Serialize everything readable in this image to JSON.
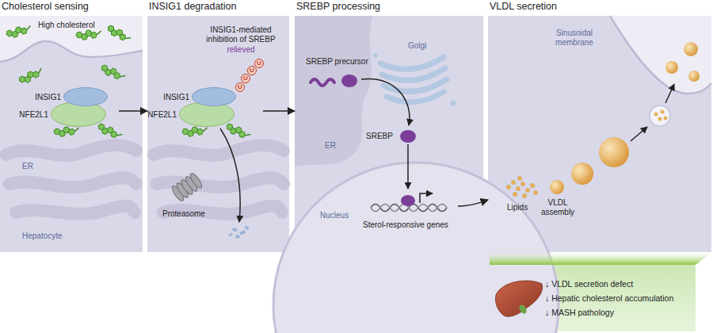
{
  "diagram": {
    "nodes": [
      {
        "text": [
          "Cholesterol sensing"
        ]
      },
      {
        "text": [
          "INSIG1"
        ],
        "in": 0
      },
      {
        "text": [
          "NFE2L1"
        ],
        "in": 0
      },
      {
        "text": [
          "INSIG1 degradation"
        ]
      },
      {
        "text": [
          "INSIG1"
        ],
        "in": 3
      },
      {
        "text": [
          "NFE2L1"
        ],
        "in": 3
      },
      {
        "text": [
          "U"
        ],
        "in": 3
      },
      {
        "text": [
          "U"
        ],
        "in": 3
      },
      {
        "text": [
          "U"
        ],
        "in": 3
      },
      {
        "text": [
          "U"
        ],
        "in": 3
      },
      {
        "text": [
          "SREBP processing"
        ]
      },
      {
        "text": [
          "VLDL secretion"
        ]
      },
      {
        "text": [
          "↓ VLDL secretion defect",
          "↓ Hepatic cholesterol accumulation",
          "↓ MASH pathology"
        ]
      }
    ],
    "edges": [
      {
        "from": 0,
        "to": 3,
        "arrow": "to"
      },
      {
        "from": 3,
        "to": 10,
        "arrow": "to"
      },
      {
        "from": 10,
        "to": 11,
        "arrow": "to"
      }
    ],
    "labels": [
      "High cholesterol",
      "ER",
      "Hepatocyte",
      "INSIG1-mediated inhibition of SREBP",
      "relieved",
      "Proteasome",
      "SREBP precursor",
      "Golgi",
      "ER",
      "SREBP",
      "Nucleus",
      "Sterol-responsive genes",
      "Sinusoidal membrane",
      "Lipids",
      "VLDL assembly"
    ]
  }
}
